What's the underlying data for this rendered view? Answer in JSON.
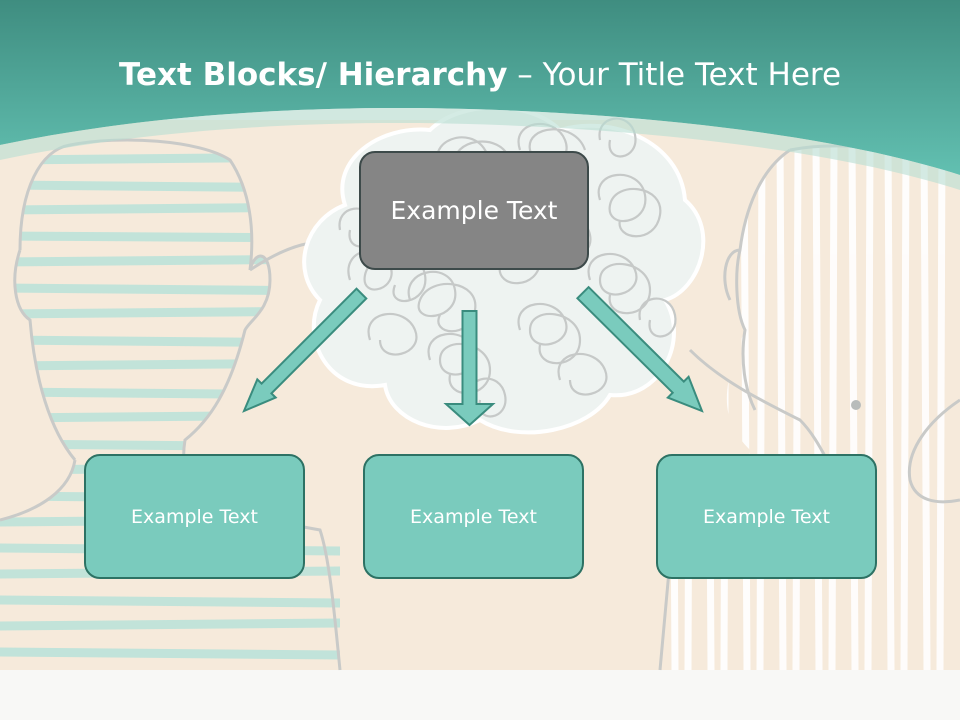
{
  "slide": {
    "title_bold": "Text Blocks/ Hierarchy",
    "title_rest": " – Your Title Text Here"
  },
  "hierarchy": {
    "top": {
      "label": "Example Text"
    },
    "children": [
      {
        "label": "Example Text"
      },
      {
        "label": "Example Text"
      },
      {
        "label": "Example Text"
      }
    ]
  },
  "colors": {
    "header_teal": "#5bb5a7",
    "background_beige": "#f6eadb",
    "top_box_fill": "#858585",
    "child_box_fill": "#7acbbd",
    "child_box_border": "#2d7264",
    "arrow_fill": "#7acbbd"
  }
}
